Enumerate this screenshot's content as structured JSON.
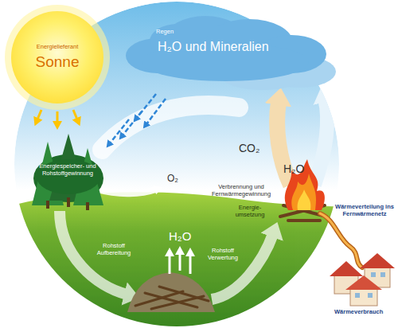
{
  "diagram": {
    "nodes": [
      {
        "text": [
          "Energielieferant",
          "Sonne"
        ]
      },
      {
        "text": [
          "Regen",
          "H₂O und Mineralien"
        ]
      }
    ],
    "labels": [
      "Energiespeicher- und Rohstoffgewinnung",
      "O₂",
      "CO₂",
      "H₂O",
      "Verbrennung und Fernwärmegewinnung",
      "Energie- umsetzung",
      "Wärmeverteilung ins Fernwärmenetz",
      "H₂O",
      "Rohstoff Aufbereitung",
      "Rohstoff Verwertung",
      "Wärmeverbrauch"
    ]
  }
}
